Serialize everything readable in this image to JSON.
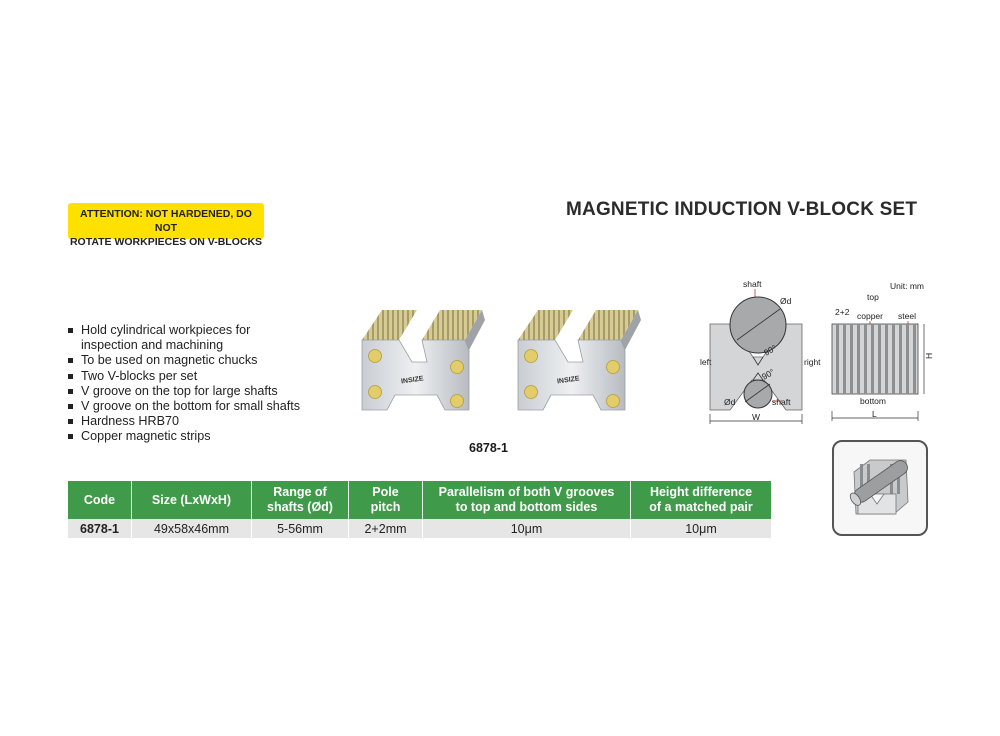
{
  "page": {
    "title": "MAGNETIC INDUCTION V-BLOCK SET",
    "warning_line1": "ATTENTION: NOT HARDENED, DO NOT",
    "warning_line2": "ROTATE WORKPIECES ON V-BLOCKS",
    "model_label": "6878-1"
  },
  "features": [
    "Hold cylindrical workpieces for",
    "inspection and machining",
    "To be used on magnetic chucks",
    "Two V-blocks per set",
    "V groove on the top for large shafts",
    "V groove on the bottom for small shafts",
    "Hardness HRB70",
    "Copper magnetic strips"
  ],
  "products": {
    "brand_mark": "INSIZE"
  },
  "diagram": {
    "shaft_top": "shaft",
    "od_top": "Ød",
    "angle_top": "90°",
    "left": "left",
    "right": "right",
    "angle_bottom": "90°",
    "od_bottom": "Ød",
    "shaft_bottom": "shaft",
    "width": "W",
    "unit": "Unit: mm",
    "top": "top",
    "pitch": "2+2",
    "copper": "copper",
    "steel": "steel",
    "height": "H",
    "bottom": "bottom",
    "length": "L"
  },
  "table": {
    "headers": [
      [
        "Code",
        ""
      ],
      [
        "Size (LxWxH)",
        ""
      ],
      [
        "Range of",
        "shafts (Ød)"
      ],
      [
        "Pole",
        "pitch"
      ],
      [
        "Parallelism of both V grooves",
        "to top and bottom sides"
      ],
      [
        "Height difference",
        "of a matched pair"
      ]
    ],
    "rows": [
      [
        "6878-1",
        "49x58x46mm",
        "5-56mm",
        "2+2mm",
        "10μm",
        "10μm"
      ]
    ]
  },
  "colors": {
    "header_green": "#3f9a49",
    "warning_yellow": "#ffe100",
    "row_gray": "#e6e6e6"
  }
}
